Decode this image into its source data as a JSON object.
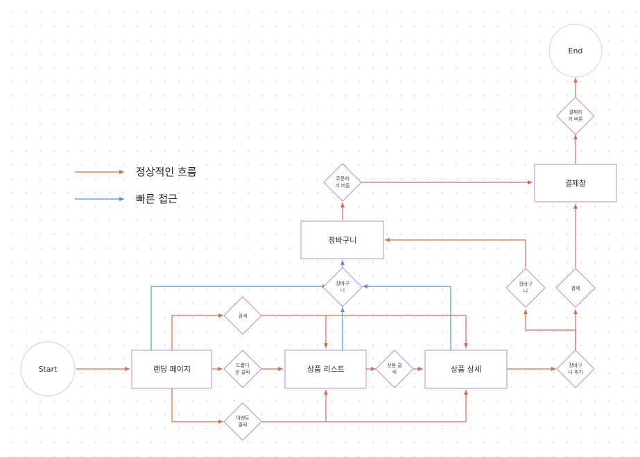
{
  "legend": {
    "normal_flow": "정상적인 흐름",
    "quick_access": "빠른 접근"
  },
  "nodes": {
    "start": "Start",
    "end": "End",
    "landing": "랜딩 페이지",
    "product_list": "상품 리스트",
    "product_detail": "상품 상세",
    "cart": "장바구니",
    "checkout": "결제창"
  },
  "decisions": {
    "search": "검색",
    "dropdown_line1": "드롭다",
    "dropdown_line2": "운 클릭",
    "event_line1": "이벤트",
    "event_line2": "클릭",
    "product_click_line1": "상품 클",
    "product_click_line2": "릭",
    "cart_center_line1": "장바구",
    "cart_center_line2": "니",
    "order_line1": "주문하",
    "order_line2": "기 버튼",
    "add_cart_line1": "장바구",
    "add_cart_line2": "니 추가",
    "cart_right_line1": "장바구",
    "cart_right_line2": "니",
    "pay": "결제",
    "pay_button_line1": "결제하",
    "pay_button_line2": "기 버튼"
  },
  "colors": {
    "normal": "#d9694f",
    "quick": "#4f92d6",
    "node_border": "#b88ad9",
    "circle_border": "#cfcfcf"
  }
}
